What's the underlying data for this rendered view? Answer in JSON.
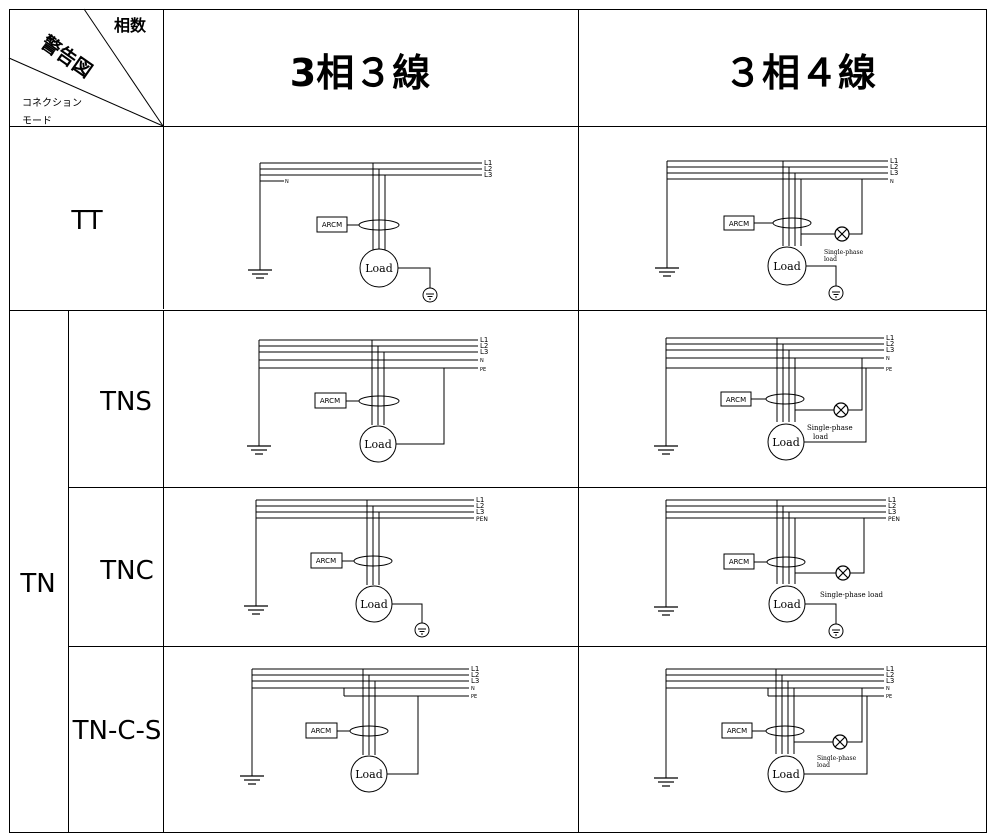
{
  "header": {
    "corner": {
      "phase_label": "相数",
      "diagram_label": "警告図",
      "mode_label_line1": "コネクション",
      "mode_label_line2": "モード"
    },
    "col1_title": "3相３線",
    "col2_title": "３相４線"
  },
  "rows": {
    "tt_label": "TT",
    "tn_label": "TN",
    "tns_label": "TNS",
    "tnc_label": "TNC",
    "tncs_label": "TN-C-S"
  },
  "diagrams": {
    "arcm": "ARCM",
    "load": "Load",
    "single_phase_load": "Single-phase load",
    "single_phase": "Single-phase",
    "load_small": "load",
    "conductors": {
      "l1": "L1",
      "l2": "L2",
      "l3": "L3",
      "n": "N",
      "pe": "PE",
      "pen": "PEN"
    }
  }
}
